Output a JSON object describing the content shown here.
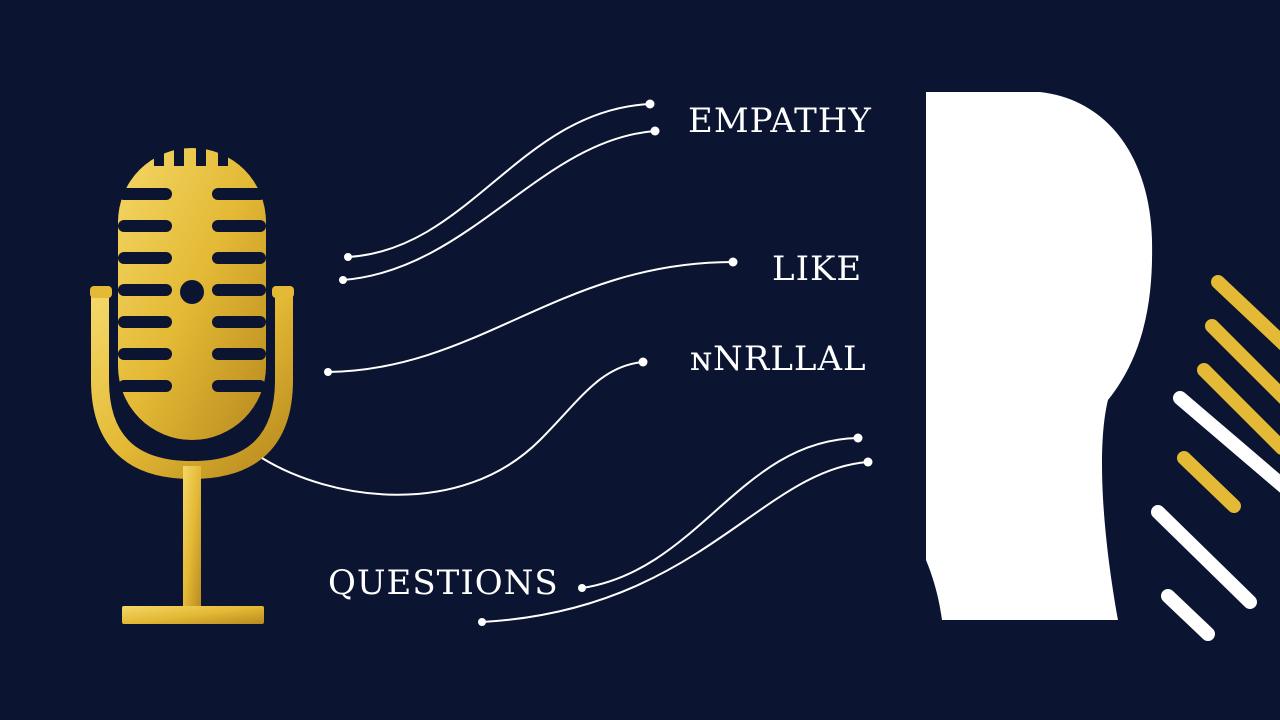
{
  "labels": {
    "empathy": "EMPATHY",
    "like": "LIKE",
    "garbled": "ɴNRLLAL",
    "questions": "QUESTIONS"
  },
  "colors": {
    "background": "#0b1430",
    "gold": "#e3b935",
    "gold_light": "#f4d767",
    "gold_dark": "#b88a1e",
    "white": "#ffffff",
    "line": "#ffffff"
  },
  "icons": {
    "microphone": "microphone-icon",
    "head": "head-silhouette-icon",
    "sound_waves": "sound-wave-stripes"
  }
}
